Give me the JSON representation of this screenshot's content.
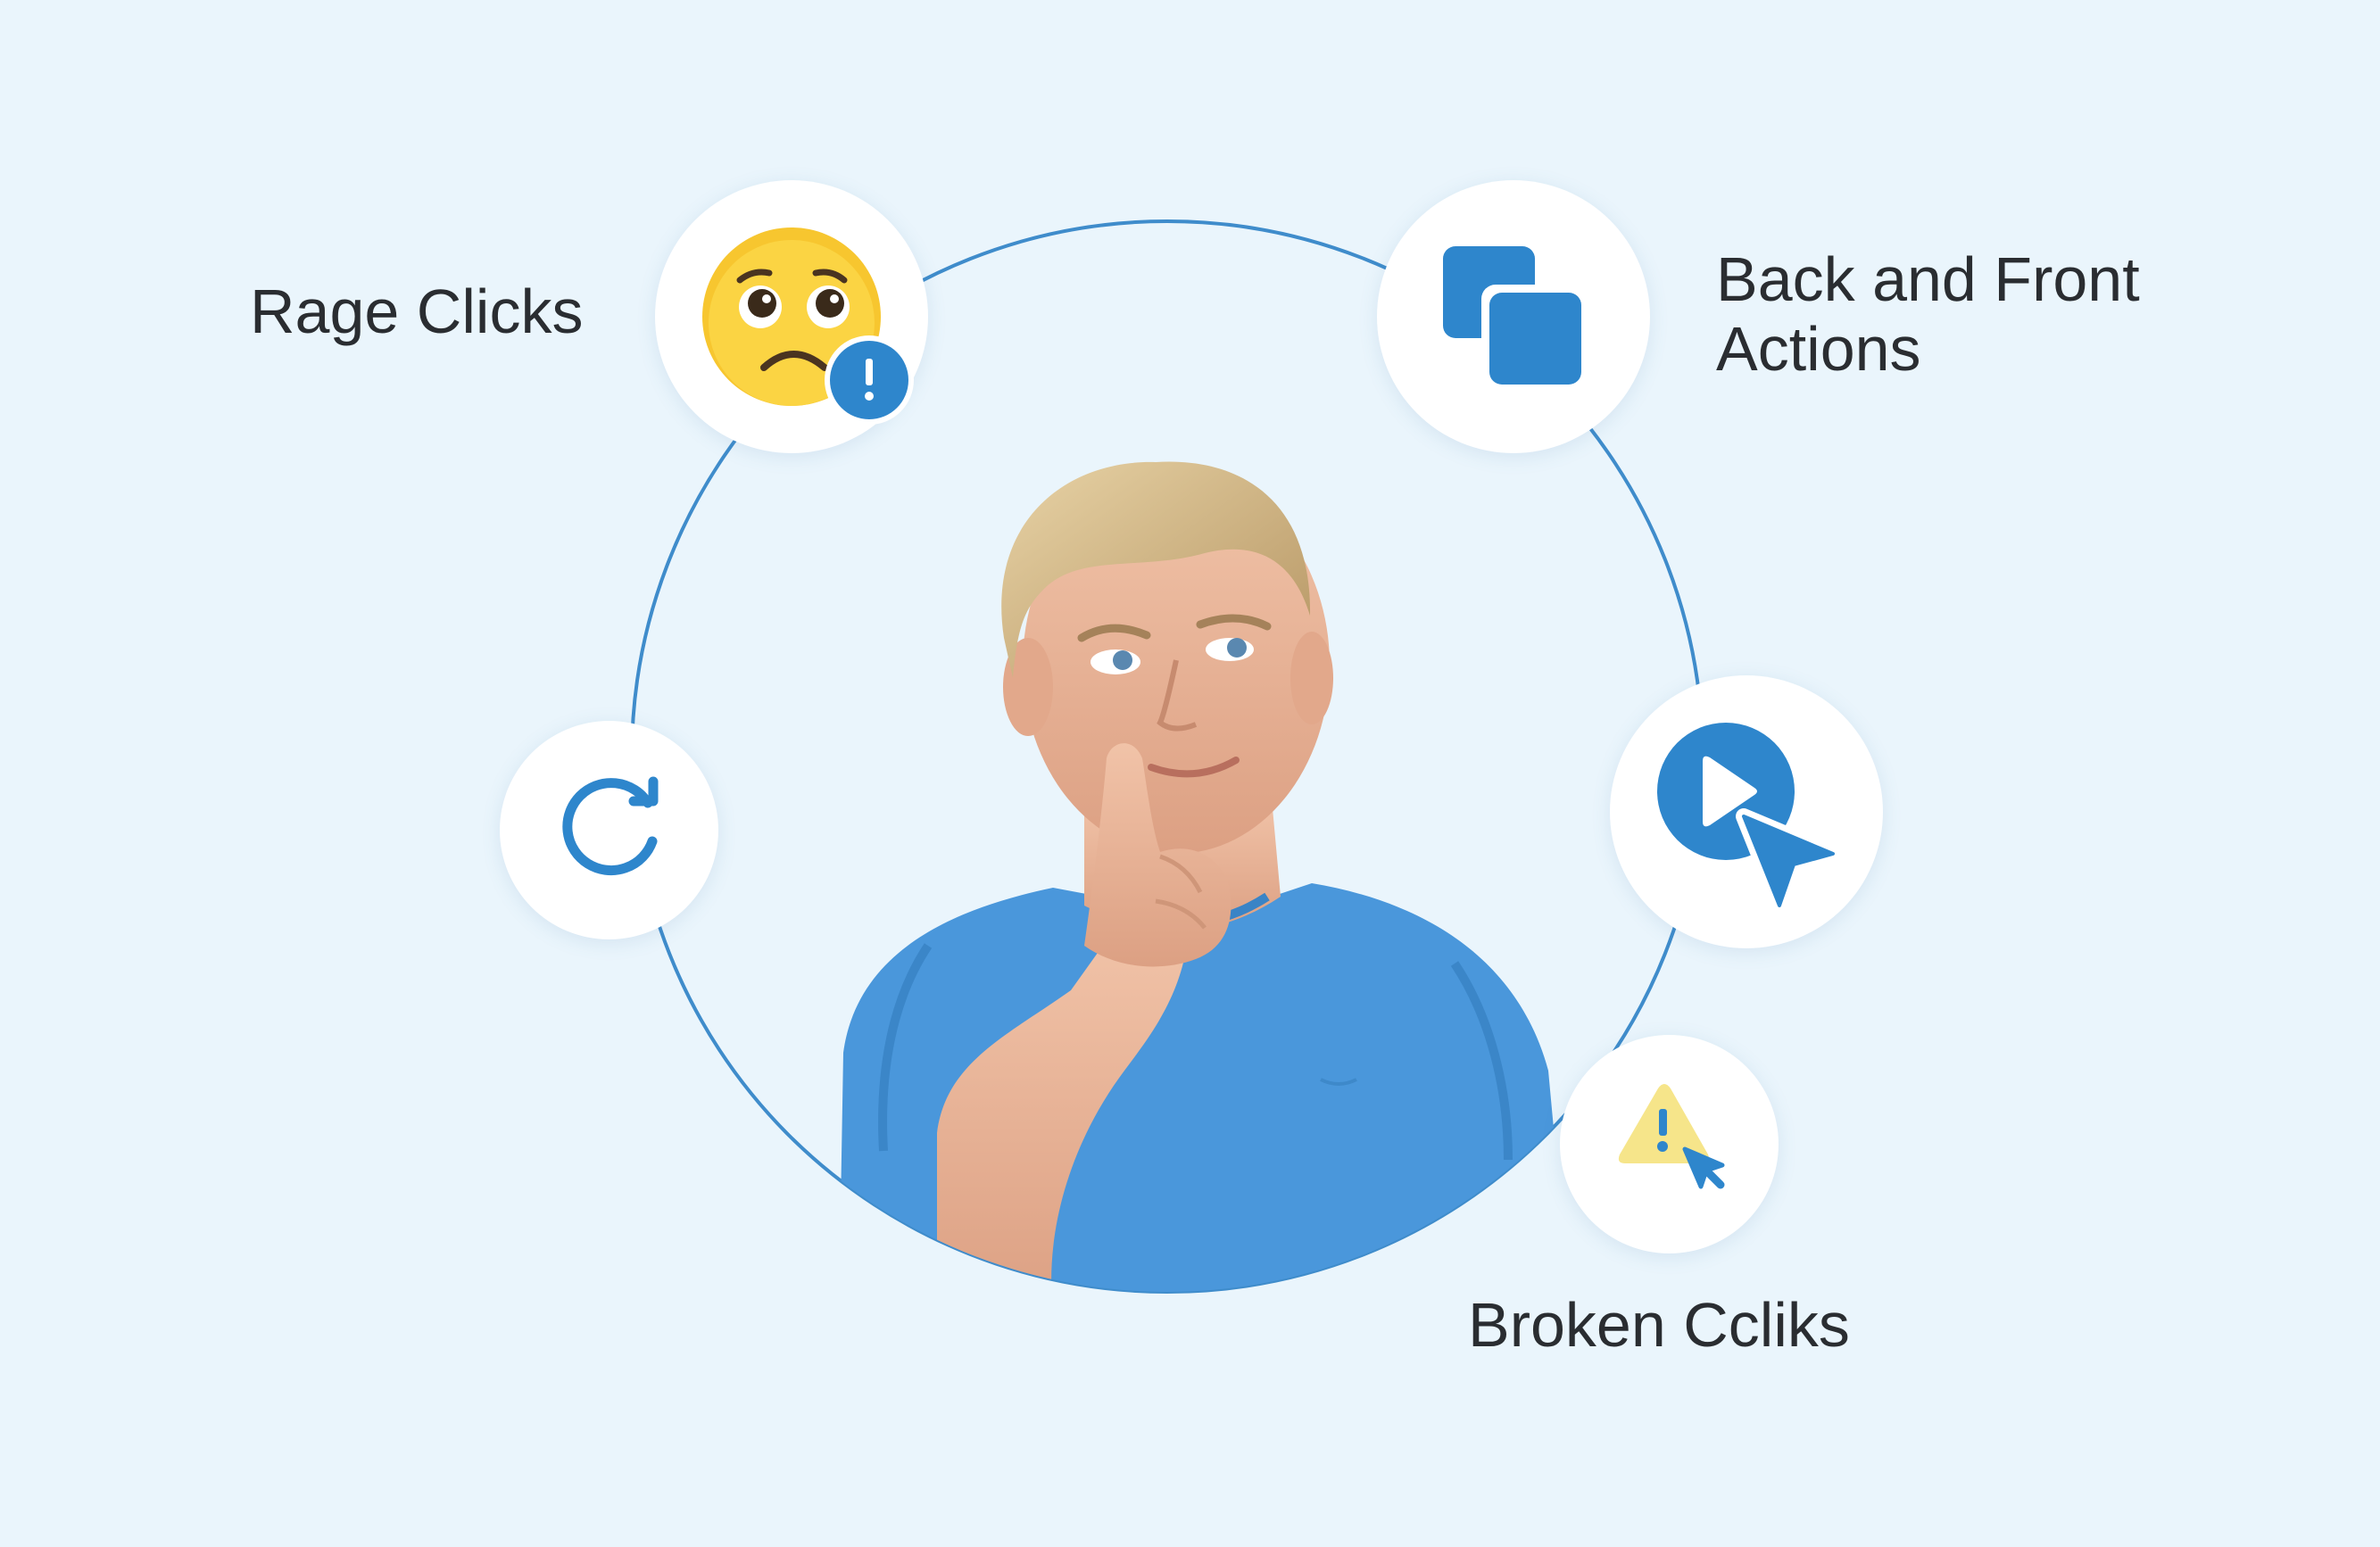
{
  "labels": {
    "rage_clicks": "Rage Clicks",
    "back_front_line1": "Back and Front",
    "back_front_line2": "Actions",
    "broken_clicks": "Broken Ccliks"
  },
  "icons": {
    "rage": "worried-face-alert-icon",
    "back_front": "overlapping-squares-icon",
    "refresh": "refresh-icon",
    "session_replay": "play-cursor-icon",
    "broken": "warning-cursor-icon"
  },
  "colors": {
    "background": "#eaf5fc",
    "accent_blue": "#2e86cc",
    "ring": "#3f8ccb",
    "text": "#2a2d31",
    "emoji_yellow": "#f7c62f",
    "warning_yellow": "#f6e58a",
    "shirt": "#4a97db"
  }
}
